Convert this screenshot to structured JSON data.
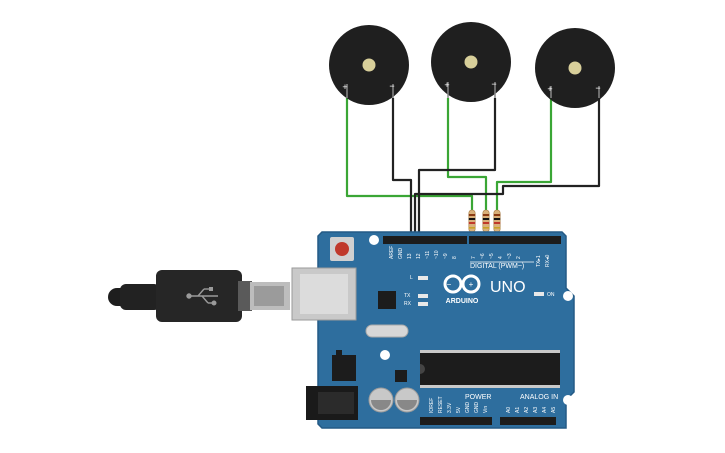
{
  "buzzers": [
    {
      "plus_label": "+",
      "minus_label": "−"
    },
    {
      "plus_label": "+",
      "minus_label": "−"
    },
    {
      "plus_label": "+",
      "minus_label": "−"
    }
  ],
  "board": {
    "logo_text": "ARDUINO",
    "model": "UNO",
    "digital_label": "DIGITAL (PWM~)",
    "power_label": "POWER",
    "analog_label": "ANALOG IN",
    "led_l": "L",
    "led_tx": "TX",
    "led_rx": "RX",
    "led_on": "ON",
    "digital_pins": [
      "AREF",
      "GND",
      "13",
      "12",
      "~11",
      "~10",
      "~9",
      "8",
      "7",
      "~6",
      "~5",
      "4",
      "~3",
      "2",
      "TX▸1",
      "RX◂0"
    ],
    "power_pins": [
      "IOREF",
      "RESET",
      "3.3V",
      "5V",
      "GND",
      "GND",
      "Vin"
    ],
    "analog_pins": [
      "A0",
      "A1",
      "A2",
      "A3",
      "A4",
      "A5"
    ]
  },
  "colors": {
    "board": "#2e6e9e",
    "board_edge": "#245a85",
    "wire_green": "#3aa635",
    "wire_black": "#222222",
    "buzzer_body": "#1f1f1f",
    "buzzer_center": "#d8cf9a"
  }
}
